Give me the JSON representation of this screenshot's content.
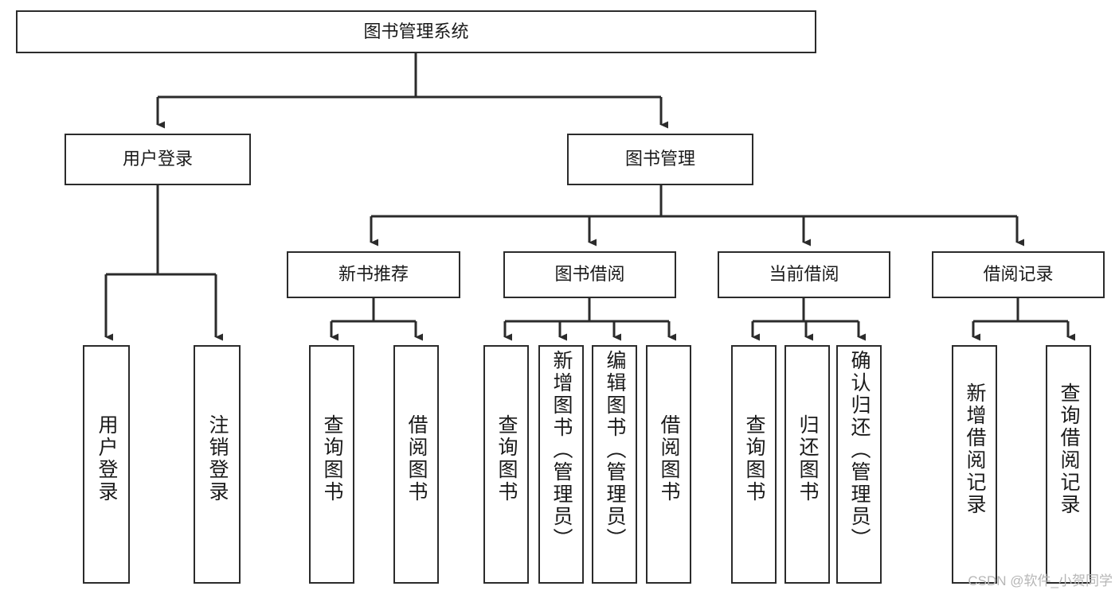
{
  "diagram": {
    "type": "tree-hierarchy-chart",
    "title": "图书管理系统",
    "stroke_color": "#2b2b2b",
    "background_color": "#ffffff",
    "watermark": "CSDN @软件_小贺同学",
    "levels": {
      "level1": [
        "图书管理系统"
      ],
      "level2": [
        "用户登录",
        "图书管理"
      ],
      "level3": [
        "新书推荐",
        "图书借阅",
        "当前借阅",
        "借阅记录"
      ],
      "level4": [
        "用户登录",
        "注销登录",
        "查询图书",
        "借阅图书",
        "查询图书",
        "新增图书（管理员）",
        "编辑图书（管理员）",
        "借阅图书",
        "查询图书",
        "归还图书",
        "确认归还（管理员）",
        "新增借阅记录",
        "查询借阅记录"
      ]
    },
    "nodes": {
      "root": {
        "label": "图书管理系统"
      },
      "user_login": {
        "label": "用户登录"
      },
      "book_manage": {
        "label": "图书管理"
      },
      "new_book_rec": {
        "label": "新书推荐"
      },
      "book_borrow": {
        "label": "图书借阅"
      },
      "current_borrow": {
        "label": "当前借阅"
      },
      "borrow_record": {
        "label": "借阅记录"
      },
      "leaf_user_login": {
        "label": "用户登录"
      },
      "leaf_logout": {
        "label": "注销登录"
      },
      "leaf_query_book_1": {
        "label": "查询图书"
      },
      "leaf_borrow_book_1": {
        "label": "借阅图书"
      },
      "leaf_query_book_2": {
        "label": "查询图书"
      },
      "leaf_add_book_admin": {
        "label": "新增图书（管理员）"
      },
      "leaf_edit_book_admin": {
        "label": "编辑图书（管理员）"
      },
      "leaf_borrow_book_2": {
        "label": "借阅图书"
      },
      "leaf_query_book_3": {
        "label": "查询图书"
      },
      "leaf_return_book": {
        "label": "归还图书"
      },
      "leaf_confirm_return_admin": {
        "label": "确认归还（管理员）"
      },
      "leaf_add_borrow_record": {
        "label": "新增借阅记录"
      },
      "leaf_query_borrow_record": {
        "label": "查询借阅记录"
      }
    }
  }
}
